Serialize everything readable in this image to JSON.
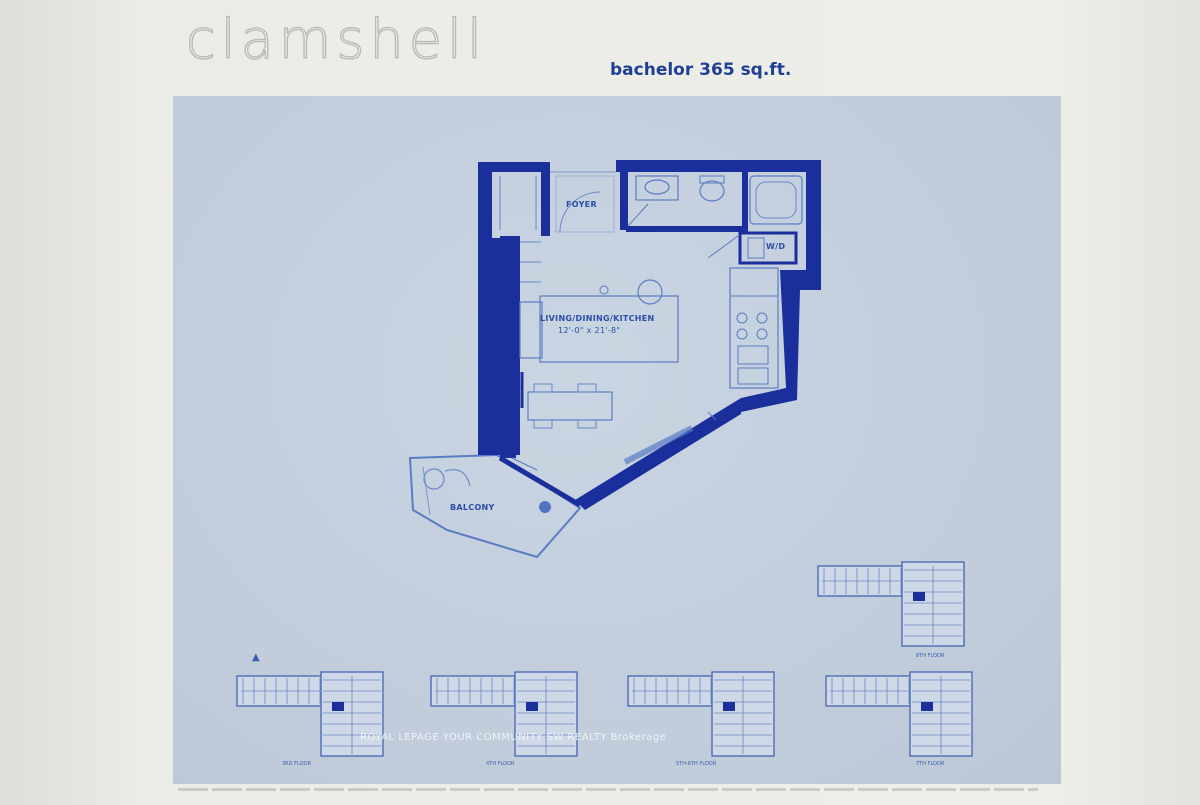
{
  "document": {
    "title": "clamshell",
    "subtitle": "bachelor 365 sq.ft."
  },
  "rooms": {
    "foyer": "FOYER",
    "washer_dryer": "W/D",
    "living": "LIVING/DINING/KITCHEN",
    "living_dims": "12'-0\" x 21'-8\"",
    "balcony": "BALCONY"
  },
  "key_plans": [
    {
      "label": "3RD FLOOR"
    },
    {
      "label": "4TH FLOOR"
    },
    {
      "label": "5TH-6TH FLOOR"
    },
    {
      "label": "7TH FLOOR"
    },
    {
      "label": "8TH FLOOR"
    }
  ],
  "watermark": "ROYAL LEPAGE YOUR COMMUNITY SW REALTY Brokerage",
  "north_marker": "N",
  "colors": {
    "wall": "#1b2f9c",
    "line": "#5a7cc4",
    "panel": "#c3cfdd",
    "title_outline": "#b9b9b4",
    "subtitle": "#1f3f95"
  }
}
